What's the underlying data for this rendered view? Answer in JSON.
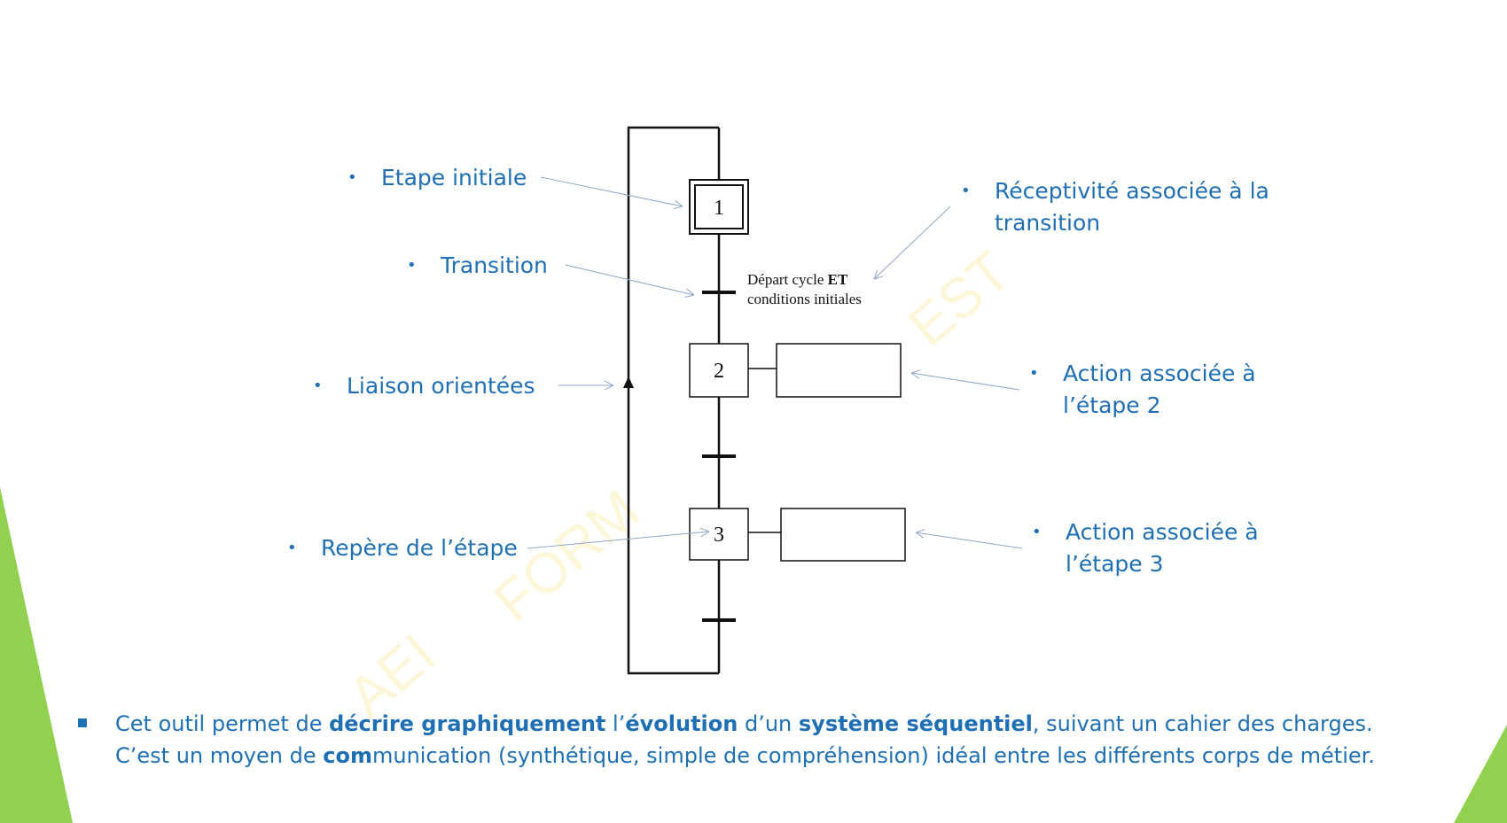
{
  "watermark": {
    "part1": "AEI",
    "part2": "FORM",
    "part3": "EST"
  },
  "diagram": {
    "steps": [
      "1",
      "2",
      "3"
    ],
    "receptivity_line1_normal": "Départ cycle ",
    "receptivity_line1_bold": "ET",
    "receptivity_line2": "conditions initiales"
  },
  "labels": {
    "etape_initiale": "Etape initiale",
    "transition": "Transition",
    "liaison": "Liaison orientées",
    "repere": "Repère de l’étape",
    "receptivite_l1": "Réceptivité associée à la",
    "receptivite_l2": "transition",
    "action2_l1": "Action associée à",
    "action2_l2": "l’étape 2",
    "action3_l1": "Action associée à",
    "action3_l2": "l’étape 3",
    "bullet": "•"
  },
  "note": {
    "l1_a": "Cet outil permet de ",
    "l1_b": "décrire graphiquement",
    "l1_c": " l’",
    "l1_d": "évolution",
    "l1_e": " d’un ",
    "l1_f": "système séquentiel",
    "l1_g": ", suivant un cahier des charges.",
    "l2_a": "C’est un moyen de ",
    "l2_b": "com",
    "l2_c": "munication (synthétique, simple de compréhension) idéal entre les différents corps de métier."
  },
  "colors": {
    "text_blue": "#1F6FB4",
    "accent_green": "#92D050",
    "line": "#111111",
    "arrow": "#8FA7C9"
  }
}
